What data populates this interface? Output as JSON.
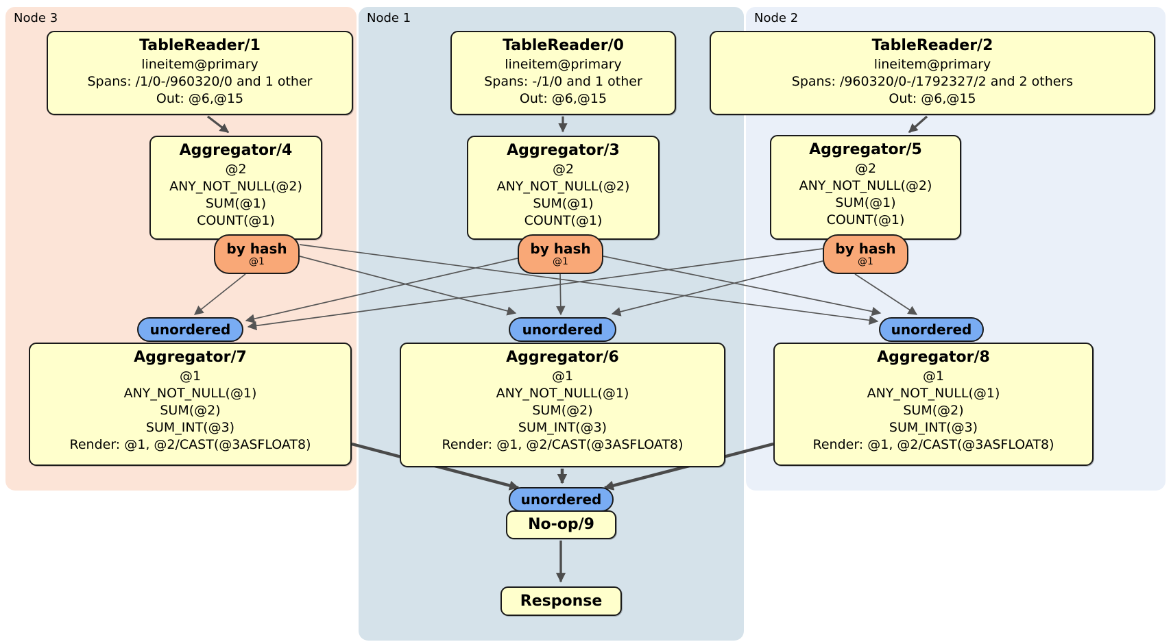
{
  "regions": [
    {
      "id": "node3",
      "label": "Node 3"
    },
    {
      "id": "node1",
      "label": "Node 1"
    },
    {
      "id": "node2",
      "label": "Node 2"
    }
  ],
  "processors": {
    "tablereader1": {
      "title": "TableReader/1",
      "lines": [
        "lineitem@primary",
        "Spans: /1/0-/960320/0 and 1 other",
        "Out: @6,@15"
      ]
    },
    "tablereader0": {
      "title": "TableReader/0",
      "lines": [
        "lineitem@primary",
        "Spans: -/1/0 and 1 other",
        "Out: @6,@15"
      ]
    },
    "tablereader2": {
      "title": "TableReader/2",
      "lines": [
        "lineitem@primary",
        "Spans: /960320/0-/1792327/2 and 2 others",
        "Out: @6,@15"
      ]
    },
    "aggregator4": {
      "title": "Aggregator/4",
      "lines": [
        "@2",
        "ANY_NOT_NULL(@2)",
        "SUM(@1)",
        "COUNT(@1)"
      ]
    },
    "aggregator3": {
      "title": "Aggregator/3",
      "lines": [
        "@2",
        "ANY_NOT_NULL(@2)",
        "SUM(@1)",
        "COUNT(@1)"
      ]
    },
    "aggregator5": {
      "title": "Aggregator/5",
      "lines": [
        "@2",
        "ANY_NOT_NULL(@2)",
        "SUM(@1)",
        "COUNT(@1)"
      ]
    },
    "aggregator7": {
      "title": "Aggregator/7",
      "lines": [
        "@1",
        "ANY_NOT_NULL(@1)",
        "SUM(@2)",
        "SUM_INT(@3)",
        "Render: @1, @2/CAST(@3ASFLOAT8)"
      ]
    },
    "aggregator6": {
      "title": "Aggregator/6",
      "lines": [
        "@1",
        "ANY_NOT_NULL(@1)",
        "SUM(@2)",
        "SUM_INT(@3)",
        "Render: @1, @2/CAST(@3ASFLOAT8)"
      ]
    },
    "aggregator8": {
      "title": "Aggregator/8",
      "lines": [
        "@1",
        "ANY_NOT_NULL(@1)",
        "SUM(@2)",
        "SUM_INT(@3)",
        "Render: @1, @2/CAST(@3ASFLOAT8)"
      ]
    },
    "noop9": {
      "title": "No-op/9"
    },
    "response": {
      "title": "Response"
    }
  },
  "routers": {
    "left": {
      "label": "by hash",
      "detail": "@1"
    },
    "middle": {
      "label": "by hash",
      "detail": "@1"
    },
    "right": {
      "label": "by hash",
      "detail": "@1"
    }
  },
  "synchronizers": {
    "left": {
      "label": "unordered"
    },
    "middle": {
      "label": "unordered"
    },
    "right": {
      "label": "unordered"
    },
    "bottom": {
      "label": "unordered"
    }
  },
  "colors": {
    "region_node3": "#fce4d7",
    "region_node1": "#d5e2ea",
    "region_node2": "#eaf0f9",
    "processor_fill": "#ffffcc",
    "router_fill": "#f9a877",
    "synchronizer_fill": "#79acf3",
    "edge_thin": "#555555",
    "edge_thick": "#4a4a4a",
    "border": "#1a1a1a"
  }
}
